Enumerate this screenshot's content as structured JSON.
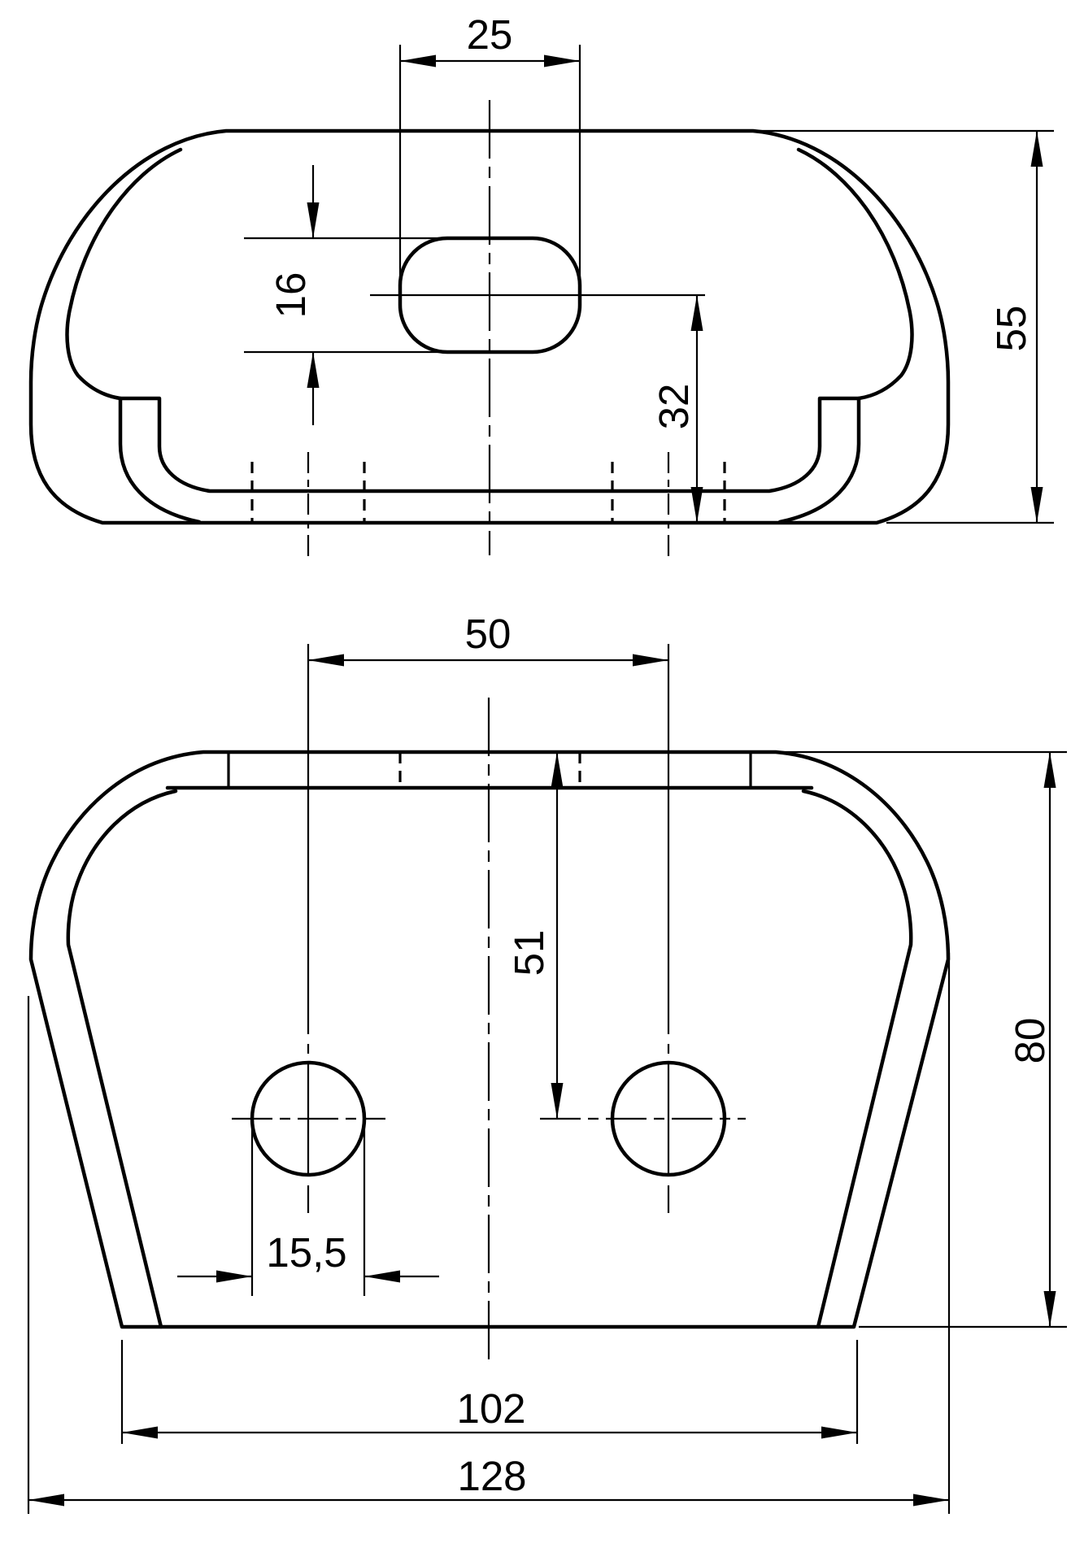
{
  "drawing": {
    "title": "two-view dimensioned part drawing",
    "style": "black line-art on white, DIN-style dimensioning, comma decimal separator",
    "views": [
      {
        "name": "top-view",
        "features": [
          "outer contour with rounded corners",
          "inner cavity contour with step",
          "central obround slot",
          "hidden hole edges dashed",
          "vertical and horizontal centerlines"
        ]
      },
      {
        "name": "front-view",
        "features": [
          "trapezoidal outer contour with large corner radii",
          "inner wall contour",
          "two drilled holes with center crosses",
          "hidden slot edges dashed in top band",
          "vertical centerline"
        ]
      }
    ],
    "line_color": "#000000",
    "background_color": "#ffffff"
  },
  "dims": [
    {
      "id": "slot-width",
      "label": "25",
      "view": "top-view",
      "orientation": "horizontal"
    },
    {
      "id": "slot-height",
      "label": "16",
      "view": "top-view",
      "orientation": "vertical"
    },
    {
      "id": "slot-center-to-bottom",
      "label": "32",
      "view": "top-view",
      "orientation": "vertical"
    },
    {
      "id": "top-view-depth",
      "label": "55",
      "view": "top-view",
      "orientation": "vertical"
    },
    {
      "id": "hole-spacing",
      "label": "50",
      "view": "front-view",
      "orientation": "horizontal"
    },
    {
      "id": "top-to-hole-center",
      "label": "51",
      "view": "front-view",
      "orientation": "vertical"
    },
    {
      "id": "overall-height",
      "label": "80",
      "view": "front-view",
      "orientation": "vertical"
    },
    {
      "id": "hole-diameter",
      "label": "15,5",
      "view": "front-view",
      "orientation": "horizontal"
    },
    {
      "id": "base-width",
      "label": "102",
      "view": "front-view",
      "orientation": "horizontal"
    },
    {
      "id": "overall-width",
      "label": "128",
      "view": "front-view",
      "orientation": "horizontal"
    }
  ]
}
